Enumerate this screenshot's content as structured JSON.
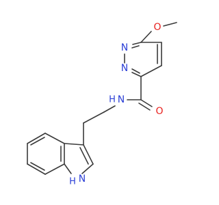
{
  "molecule": {
    "colors": {
      "bond": "#3a3a3a",
      "oxygen": "#e8221f",
      "nitrogen": "#2b3fd6",
      "nitrogen_h": "#2b3fd6",
      "carbon": "#3a3a3a"
    },
    "atom_labels": {
      "methoxy_oxygen": "O",
      "pyridazine_n1": "N",
      "pyridazine_n2": "N",
      "amide_nitrogen": "N",
      "amide_hydrogen": "H",
      "carbonyl_oxygen": "O",
      "indole_nitrogen": "N",
      "indole_hydrogen": "H"
    }
  }
}
